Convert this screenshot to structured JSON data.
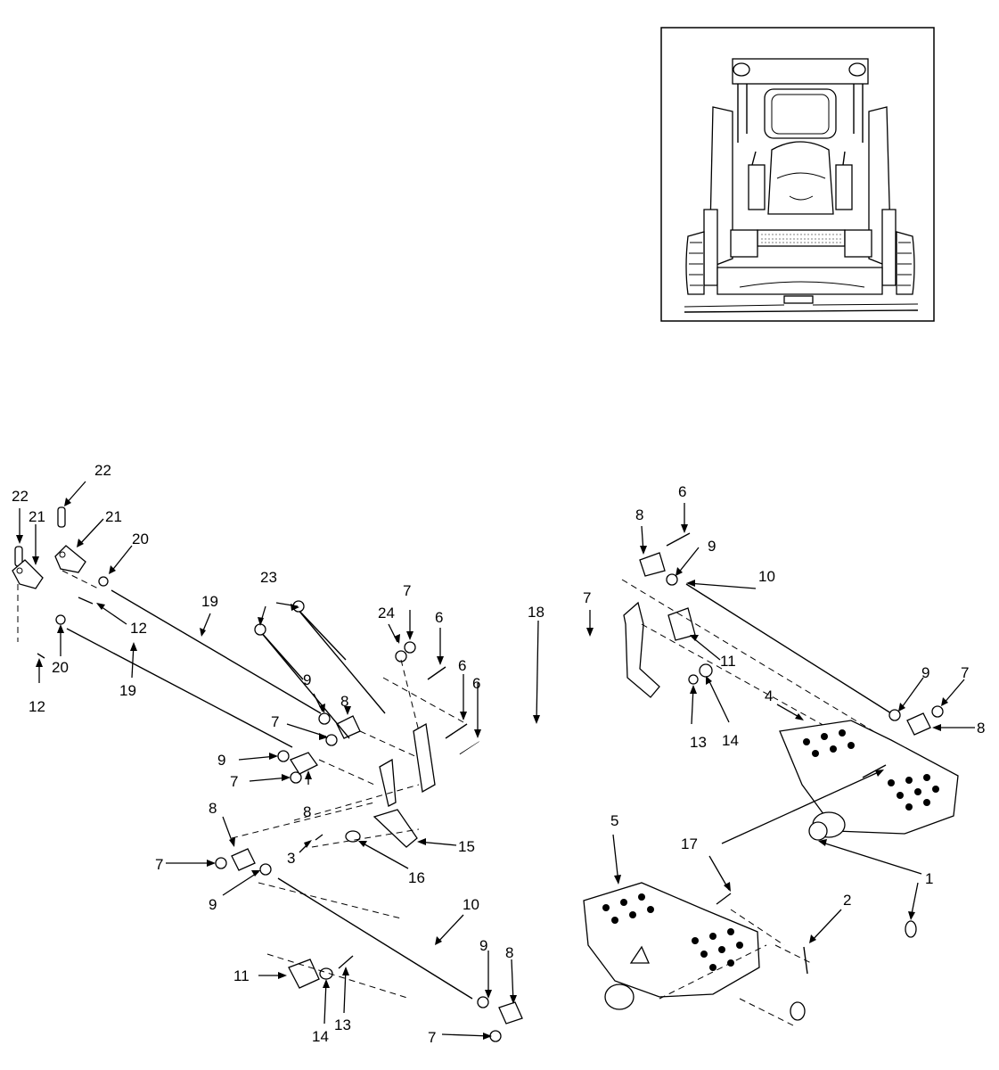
{
  "inset": {
    "description_visible": false
  },
  "callouts": [
    {
      "id": "c22a",
      "text": "22"
    },
    {
      "id": "c22b",
      "text": "22"
    },
    {
      "id": "c21a",
      "text": "21"
    },
    {
      "id": "c21b",
      "text": "21"
    },
    {
      "id": "c20a",
      "text": "20"
    },
    {
      "id": "c20b",
      "text": "20"
    },
    {
      "id": "c12a",
      "text": "12"
    },
    {
      "id": "c12b",
      "text": "12"
    },
    {
      "id": "c19a",
      "text": "19"
    },
    {
      "id": "c19b",
      "text": "19"
    },
    {
      "id": "c23",
      "text": "23"
    },
    {
      "id": "c24",
      "text": "24"
    },
    {
      "id": "c7a",
      "text": "7"
    },
    {
      "id": "c7b",
      "text": "7"
    },
    {
      "id": "c7c",
      "text": "7"
    },
    {
      "id": "c7d",
      "text": "7"
    },
    {
      "id": "c7e",
      "text": "7"
    },
    {
      "id": "c7f",
      "text": "7"
    },
    {
      "id": "c7g",
      "text": "7"
    },
    {
      "id": "c6a",
      "text": "6"
    },
    {
      "id": "c6b",
      "text": "6"
    },
    {
      "id": "c6c",
      "text": "6"
    },
    {
      "id": "c6d",
      "text": "6"
    },
    {
      "id": "c9a",
      "text": "9"
    },
    {
      "id": "c9b",
      "text": "9"
    },
    {
      "id": "c9c",
      "text": "9"
    },
    {
      "id": "c9d",
      "text": "9"
    },
    {
      "id": "c9e",
      "text": "9"
    },
    {
      "id": "c9f",
      "text": "9"
    },
    {
      "id": "c8a",
      "text": "8"
    },
    {
      "id": "c8b",
      "text": "8"
    },
    {
      "id": "c8c",
      "text": "8"
    },
    {
      "id": "c8d",
      "text": "8"
    },
    {
      "id": "c8e",
      "text": "8"
    },
    {
      "id": "c8f",
      "text": "8"
    },
    {
      "id": "c18",
      "text": "18"
    },
    {
      "id": "c10a",
      "text": "10"
    },
    {
      "id": "c10b",
      "text": "10"
    },
    {
      "id": "c11a",
      "text": "11"
    },
    {
      "id": "c11b",
      "text": "11"
    },
    {
      "id": "c13a",
      "text": "13"
    },
    {
      "id": "c13b",
      "text": "13"
    },
    {
      "id": "c14a",
      "text": "14"
    },
    {
      "id": "c14b",
      "text": "14"
    },
    {
      "id": "c4",
      "text": "4"
    },
    {
      "id": "c5",
      "text": "5"
    },
    {
      "id": "c15",
      "text": "15"
    },
    {
      "id": "c16",
      "text": "16"
    },
    {
      "id": "c3",
      "text": "3"
    },
    {
      "id": "c17",
      "text": "17"
    },
    {
      "id": "c1",
      "text": "1"
    },
    {
      "id": "c2",
      "text": "2"
    }
  ]
}
